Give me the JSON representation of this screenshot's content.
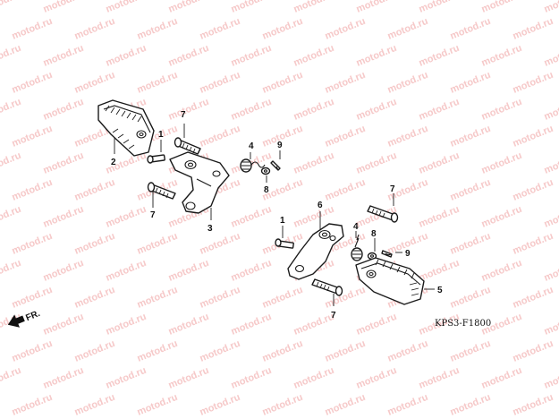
{
  "diagram": {
    "callouts": {
      "c1_left": "1",
      "c1_right": "1",
      "c2": "2",
      "c3": "3",
      "c4_left": "4",
      "c4_right": "4",
      "c5": "5",
      "c6": "6",
      "c7_top_left": "7",
      "c7_bottom_left": "7",
      "c7_top_right": "7",
      "c7_bottom_right": "7",
      "c8_left": "8",
      "c8_right": "8",
      "c9_left": "9",
      "c9_right": "9"
    },
    "figure_code": "KPS3-F1800",
    "direction_label": "FR.",
    "watermark_text": "motod.ru"
  }
}
